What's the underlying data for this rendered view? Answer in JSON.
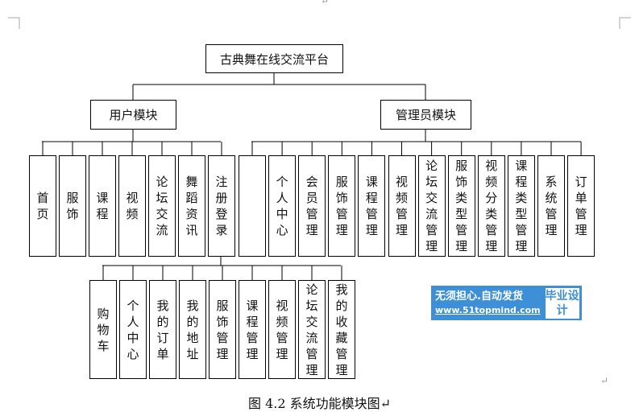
{
  "root": "古典舞在线交流平台",
  "user_module": {
    "label": "用户模块",
    "items": [
      "首页",
      "服饰",
      "课程",
      "视频",
      "论坛交流",
      "舞蹈资讯",
      "注册登录"
    ]
  },
  "admin_module": {
    "label": "管理员模块",
    "items": [
      "",
      "个人中心",
      "会员管理",
      "服饰管理",
      "课程管理",
      "视频管理",
      "论坛交流管理",
      "服饰类型管理",
      "视频分类管理",
      "课程类型管理",
      "系统管理",
      "订单管理"
    ]
  },
  "register_sub": {
    "items": [
      "购物车",
      "个人中心",
      "我的订单",
      "我的地址",
      "服饰管理",
      "课程管理",
      "视频管理",
      "论坛交流管理",
      "我的收藏管理"
    ]
  },
  "watermark": {
    "line1": "无须担心.自动发货",
    "line2": "www.51topmind.com",
    "badge": "毕业设计"
  },
  "caption": "图 4.2  系统功能模块图↵",
  "marks": {
    "return": "↵"
  }
}
